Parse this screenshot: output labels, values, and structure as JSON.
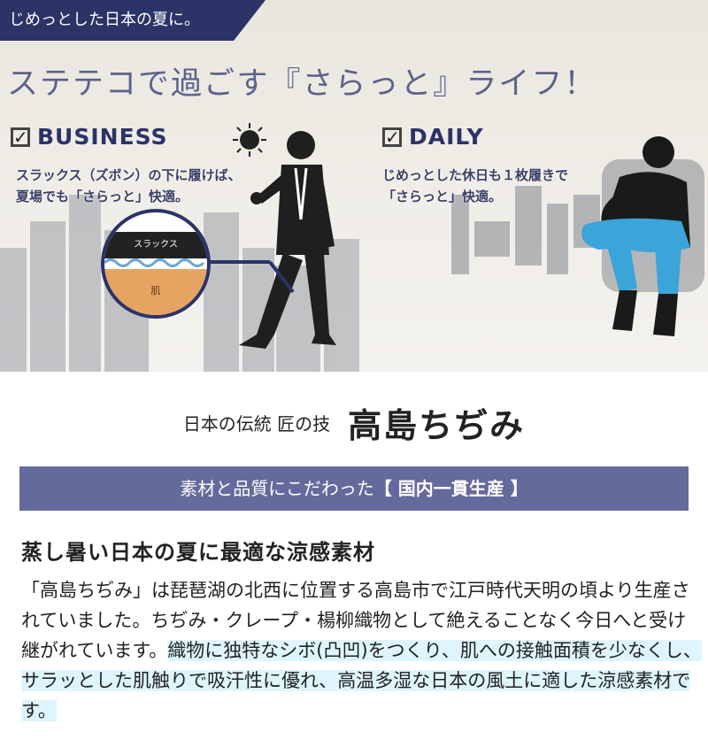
{
  "hero": {
    "tag": "じめっとした日本の夏に。",
    "catch": "ステテコで過ごす『さらっと』ライフ！",
    "business": {
      "label": "BUSINESS",
      "desc_line1": "スラックス（ズボン）の下に履けば、",
      "desc_line2": "夏場でも「さらっと」快適。",
      "circle_top": "スラックス",
      "circle_bottom": "肌"
    },
    "daily": {
      "label": "DAILY",
      "desc_line1": "じめっとした休日も１枚履きで",
      "desc_line2": "「さらっと」快適。"
    },
    "colors": {
      "navy": "#2c3366",
      "skin": "#e6a462",
      "leg": "#3ba4d9"
    }
  },
  "title": {
    "sub": "日本の伝統 匠の技",
    "main": "高島ちぢみ"
  },
  "band": {
    "text": "素材と品質にこだわった",
    "bold": "【 国内一貫生産 】"
  },
  "content": {
    "heading": "蒸し暑い日本の夏に最適な涼感素材",
    "para_plain": "「高島ちぢみ」は琵琶湖の北西に位置する高島市で江戸時代天明の頃より生産されていました。ちぢみ・クレープ・楊柳織物として絶えることなく今日へと受け継がれています。",
    "para_highlight": "織物に独特なシボ(凸凹)をつくり、肌への接触面積を少なくし、サラッとした肌触りで吸汗性に優れ、高温多湿な日本の風土に適した涼感素材です。"
  }
}
